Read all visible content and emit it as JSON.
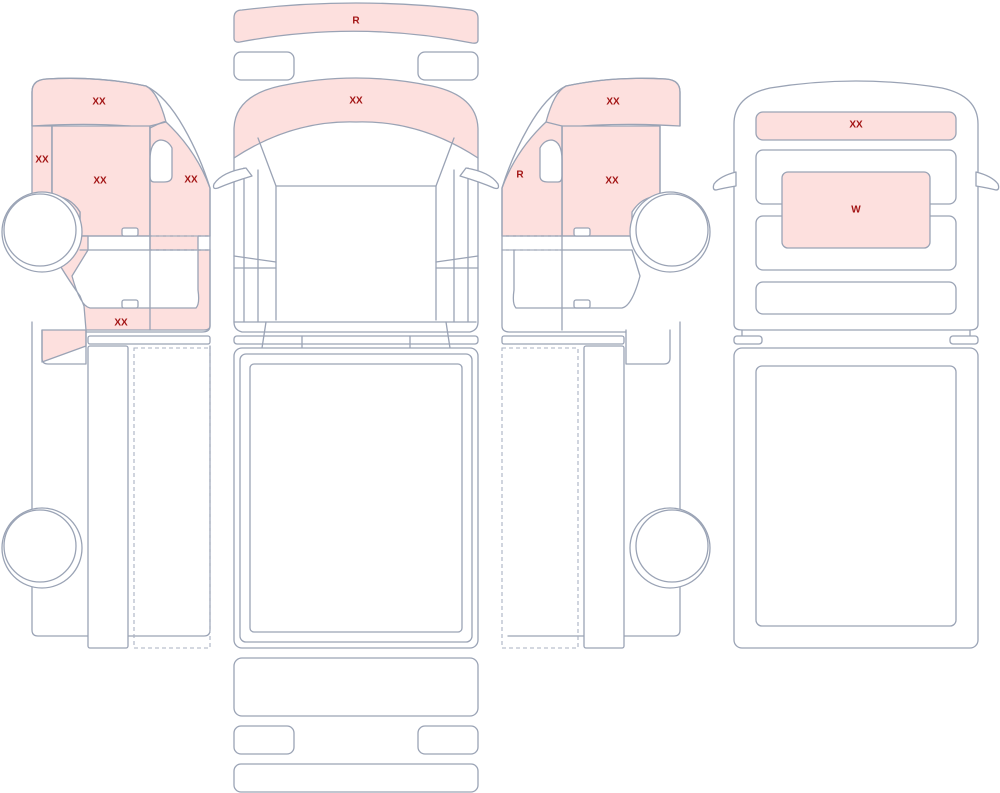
{
  "colors": {
    "outline": "#9aa3b5",
    "highlight_fill": "#fde0de",
    "label": "#a31515"
  },
  "labels": {
    "roof_strip": "R",
    "front_top": "XX",
    "left_top": "XX",
    "left_pillar": "XX",
    "left_door": "XX",
    "left_right_pillar": "XX",
    "left_bottom": "XX",
    "right_top": "XX",
    "right_door": "XX",
    "right_pillar": "R",
    "back_top": "XX",
    "back_window": "W"
  }
}
